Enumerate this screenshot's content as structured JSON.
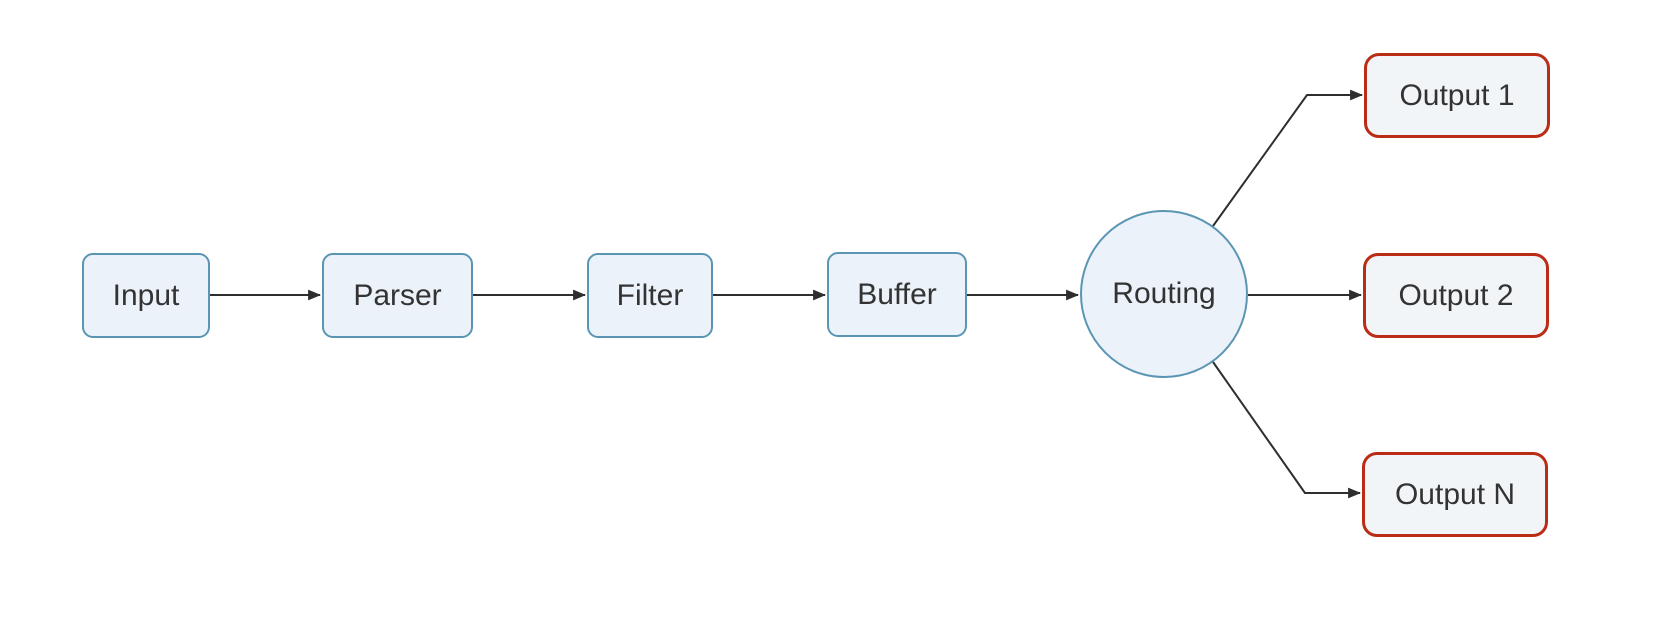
{
  "theme": {
    "canvas-bg": "#ffffff",
    "stage-fill": "#ebf2f9",
    "stage-stroke": "#5a96b4",
    "output-fill": "#f2f5f8",
    "output-stroke": "#ba2c16",
    "edge-color": "#2e2e2e",
    "text-color": "#333333"
  },
  "diagram": {
    "type": "flowchart",
    "direction": "left-to-right",
    "nodes": [
      {
        "id": "input",
        "label": "Input",
        "shape": "rounded-rect",
        "role": "stage"
      },
      {
        "id": "parser",
        "label": "Parser",
        "shape": "rounded-rect",
        "role": "stage"
      },
      {
        "id": "filter",
        "label": "Filter",
        "shape": "rounded-rect",
        "role": "stage"
      },
      {
        "id": "buffer",
        "label": "Buffer",
        "shape": "rounded-rect",
        "role": "stage"
      },
      {
        "id": "routing",
        "label": "Routing",
        "shape": "circle",
        "role": "stage"
      },
      {
        "id": "output1",
        "label": "Output 1",
        "shape": "rounded-rect",
        "role": "output"
      },
      {
        "id": "output2",
        "label": "Output 2",
        "shape": "rounded-rect",
        "role": "output"
      },
      {
        "id": "outputN",
        "label": "Output N",
        "shape": "rounded-rect",
        "role": "output"
      }
    ],
    "edges": [
      {
        "from": "input",
        "to": "parser"
      },
      {
        "from": "parser",
        "to": "filter"
      },
      {
        "from": "filter",
        "to": "buffer"
      },
      {
        "from": "buffer",
        "to": "routing"
      },
      {
        "from": "routing",
        "to": "output1"
      },
      {
        "from": "routing",
        "to": "output2"
      },
      {
        "from": "routing",
        "to": "outputN"
      }
    ]
  }
}
